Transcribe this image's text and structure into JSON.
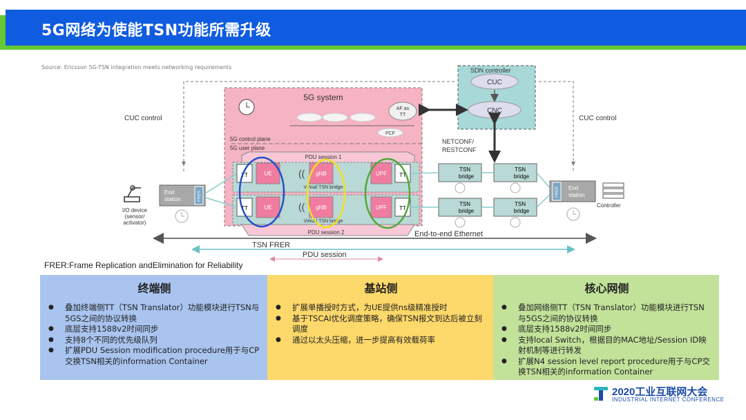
{
  "title": "5G网络为使能TSN功能所需升级",
  "source": "Source: Ericsson 5G-TSN integration meets networking requirements",
  "diagram": {
    "sdn_controller": "SDN controller",
    "cuc": "CUC",
    "cnc": "CNC",
    "system_5g": "5G system",
    "af_as_tt": [
      "AF as",
      "TT"
    ],
    "pcf": "PCF",
    "control_plane": "5G control plane",
    "user_plane": "5G user plane",
    "netconf": [
      "NETCONF/",
      "RESTCONF"
    ],
    "cuc_control_left": "CUC control",
    "cuc_control_right": "CUC control",
    "pdu_session_1": "PDU session 1",
    "pdu_session_2": "PDU session 2",
    "tt": "TT",
    "ue": "UE",
    "gnb": "gNB",
    "upf": "UPF",
    "virtual_tsn_bridge": "Virtual TSN bridge",
    "tsn_bridge": [
      "TSN",
      "bridge"
    ],
    "end_station": [
      "End",
      "station"
    ],
    "frer_box": "FRER",
    "io_device": [
      "I/O device",
      "(sensor/",
      "activator)"
    ],
    "controller": "Controller",
    "end_to_end": "End-to-end Ethernet",
    "tsn_frer": "TSN FRER",
    "pdu_session": "PDU session",
    "colors": {
      "pink": "#f6b3c3",
      "teal": "#a8d8d8",
      "blue_circle": "#2350c8",
      "yellow_circle": "#f0e020",
      "green_circle": "#50a838"
    }
  },
  "frer_note": "FRER:Frame Replication andElimination for Reliability",
  "panels": [
    {
      "heading": "终端侧",
      "items": [
        "叠加终端侧TT（TSN Translator）功能模块进行TSN与5GS之间的协议转换",
        "底层支持1588v2时间同步",
        "支持8个不同的优先级队列",
        "扩展PDU Session modification procedure用于与CP交换TSN相关的information Container"
      ]
    },
    {
      "heading": "基站侧",
      "items": [
        "扩展单播授时方式，为UE提供ns级精准授时",
        "基于TSCAI优化调度策略，确保TSN报文到达后被立刻调度",
        "通过以太头压缩，进一步提高有效载荷率"
      ]
    },
    {
      "heading": "核心网侧",
      "items": [
        "叠加网络侧TT（TSN Translator）功能模块进行TSN与5GS之间的协议转换",
        "底层支持1588v2时间同步",
        "支持local Switch，根据目的MAC地址/Session ID映射机制等进行转发",
        "扩展N4 session level report procedure用于与CP交换TSN相关的information Container"
      ]
    }
  ],
  "logo": {
    "cn": "2020工业互联网大会",
    "en": "INDUSTRIAL INTERNET CONFERENCE"
  }
}
